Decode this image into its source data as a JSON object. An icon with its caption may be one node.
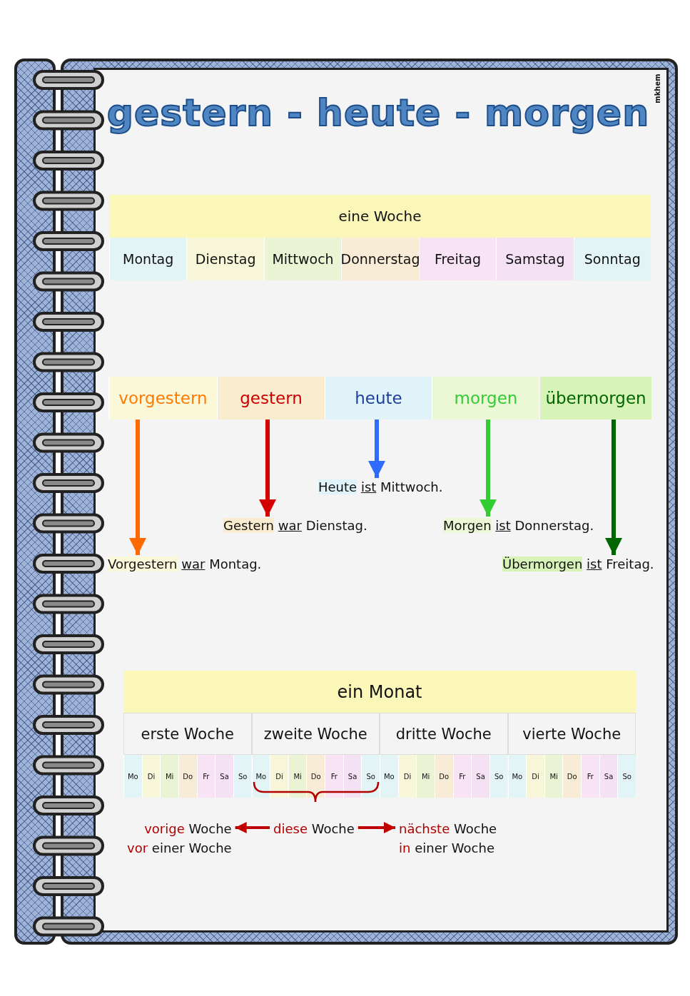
{
  "diagram": {
    "title": "gestern - heute - morgen",
    "nodes": [
      {
        "text": [
          "vorgestern"
        ]
      },
      {
        "text": [
          "gestern"
        ]
      },
      {
        "text": [
          "heute"
        ]
      },
      {
        "text": [
          "morgen"
        ]
      },
      {
        "text": [
          "übermorgen"
        ]
      },
      {
        "text": [
          "Heute ist Mittwoch."
        ]
      },
      {
        "text": [
          "Gestern war Dienstag."
        ]
      },
      {
        "text": [
          "Morgen ist Donnerstag."
        ]
      },
      {
        "text": [
          "Vorgestern war Montag."
        ]
      },
      {
        "text": [
          "Übermorgen ist Freitag."
        ]
      },
      {
        "text": [
          "vorige Woche",
          "vor einer Woche"
        ]
      },
      {
        "text": [
          "diese Woche"
        ]
      },
      {
        "text": [
          "nächste Woche",
          "in einer Woche"
        ]
      }
    ],
    "edges": [
      {
        "from": 0,
        "to": 8,
        "arrow": "to",
        "color": "#ff6a00"
      },
      {
        "from": 1,
        "to": 6,
        "arrow": "to",
        "color": "#d40000"
      },
      {
        "from": 2,
        "to": 5,
        "arrow": "to",
        "color": "#2f6bff"
      },
      {
        "from": 3,
        "to": 7,
        "arrow": "to",
        "color": "#33cc33"
      },
      {
        "from": 4,
        "to": 9,
        "arrow": "to",
        "color": "#006600"
      },
      {
        "from": 11,
        "to": 10,
        "arrow": "to",
        "color": "#c00000"
      },
      {
        "from": 11,
        "to": 12,
        "arrow": "to",
        "color": "#c00000"
      }
    ],
    "labels": [
      "mkhem",
      "eine Woche",
      "Montag",
      "Dienstag",
      "Mittwoch",
      "Donnerstag",
      "Freitag",
      "Samstag",
      "Sonntag",
      "ein Monat",
      "erste Woche",
      "zweite Woche",
      "dritte Woche",
      "vierte Woche",
      "Mo",
      "Di",
      "Mi",
      "Do",
      "Fr",
      "Sa",
      "So",
      "Mo",
      "Di",
      "Mi",
      "Do",
      "Fr",
      "Sa",
      "So",
      "Mo",
      "Di",
      "Mi",
      "Do",
      "Fr",
      "Sa",
      "So",
      "Mo",
      "Di",
      "Mi",
      "Do",
      "Fr",
      "Sa",
      "So"
    ]
  }
}
